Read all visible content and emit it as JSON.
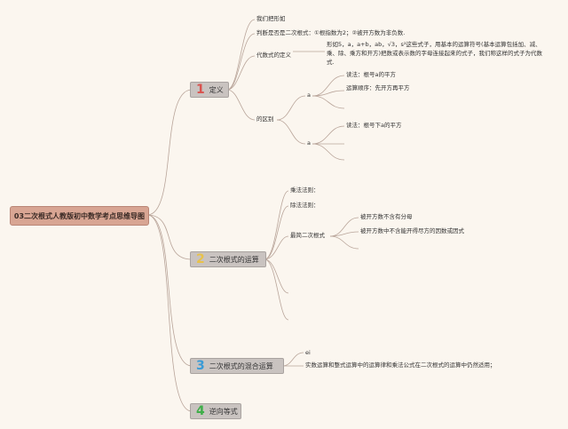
{
  "root": {
    "label": "03二次根式人教版初中数学考点思维导图"
  },
  "branches": [
    {
      "number": "1",
      "label": "定义",
      "color": "#d9534f"
    },
    {
      "number": "2",
      "label": "二次根式的运算",
      "color": "#e8c24a"
    },
    {
      "number": "3",
      "label": "二次根式的混合运算",
      "color": "#3a9bd6"
    },
    {
      "number": "4",
      "label": "逆向等式",
      "color": "#3fae49"
    }
  ],
  "definition": {
    "item1": "我们把形如",
    "item2": "判断是否是二次根式：①根指数为2；②被开方数为非负数.",
    "item3_label": "代数式的定义",
    "item3_text": "形如5，a，a+b，ab，√3，s²这些式子，用基本的运算符号(基本运算包括加、减、乘、除、乘方和开方)把数或表示数的字母连接起来的式子，我们称这样的式子为代数式.",
    "item4_label": "的区别",
    "node_a1": "a",
    "node_a2": "a",
    "a1_read": "读法：根号a的平方",
    "a1_order": "运算顺序：先开方再平方",
    "a2_read": "读法：根号下a的平方"
  },
  "operations": {
    "multiply": "乘法法则：",
    "divide": "除法法则：",
    "simplest": "最简二次根式",
    "cond1": "被开方数不含有分母",
    "cond2": "被开方数中不含能开得尽方的因数或因式"
  },
  "mixed": {
    "symbol": "ei",
    "text": "实数运算和整式运算中的运算律和乘法公式在二次根式的运算中仍然适用；"
  }
}
